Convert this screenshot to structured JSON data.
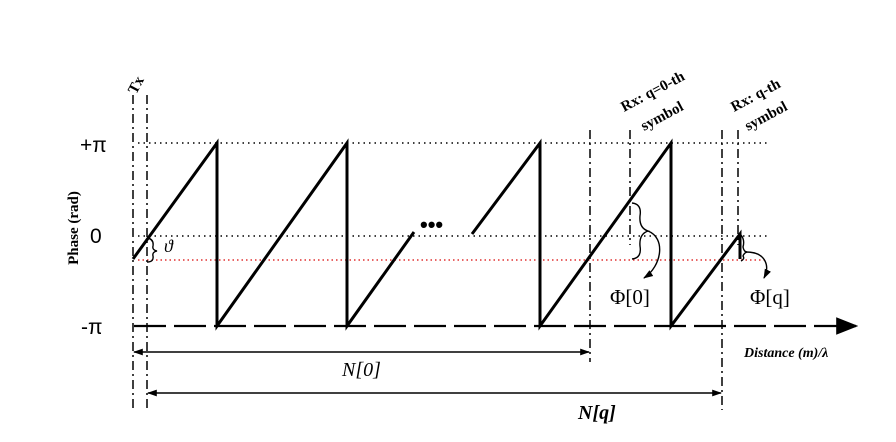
{
  "axis": {
    "y_label": "Phase (rad)",
    "y_ticks": {
      "plus_pi": "+π",
      "zero": "0",
      "minus_pi": "-π"
    },
    "x_label": "Distance (m)/λ"
  },
  "markers": {
    "tx": "Tx",
    "rx0_line1": "Rx: q=0-th",
    "rx0_line2": "symbol",
    "rxq_line1": "Rx: q-th",
    "rxq_line2": "symbol"
  },
  "annotations": {
    "theta": "ϑ",
    "phi0": "Φ[0]",
    "phiq": "Φ[q]",
    "n0": "N[0]",
    "nq": "N[q]",
    "ellipsis": "•••"
  },
  "colors": {
    "ink": "#000000",
    "offset_line": "#e03030",
    "background": "#ffffff"
  }
}
